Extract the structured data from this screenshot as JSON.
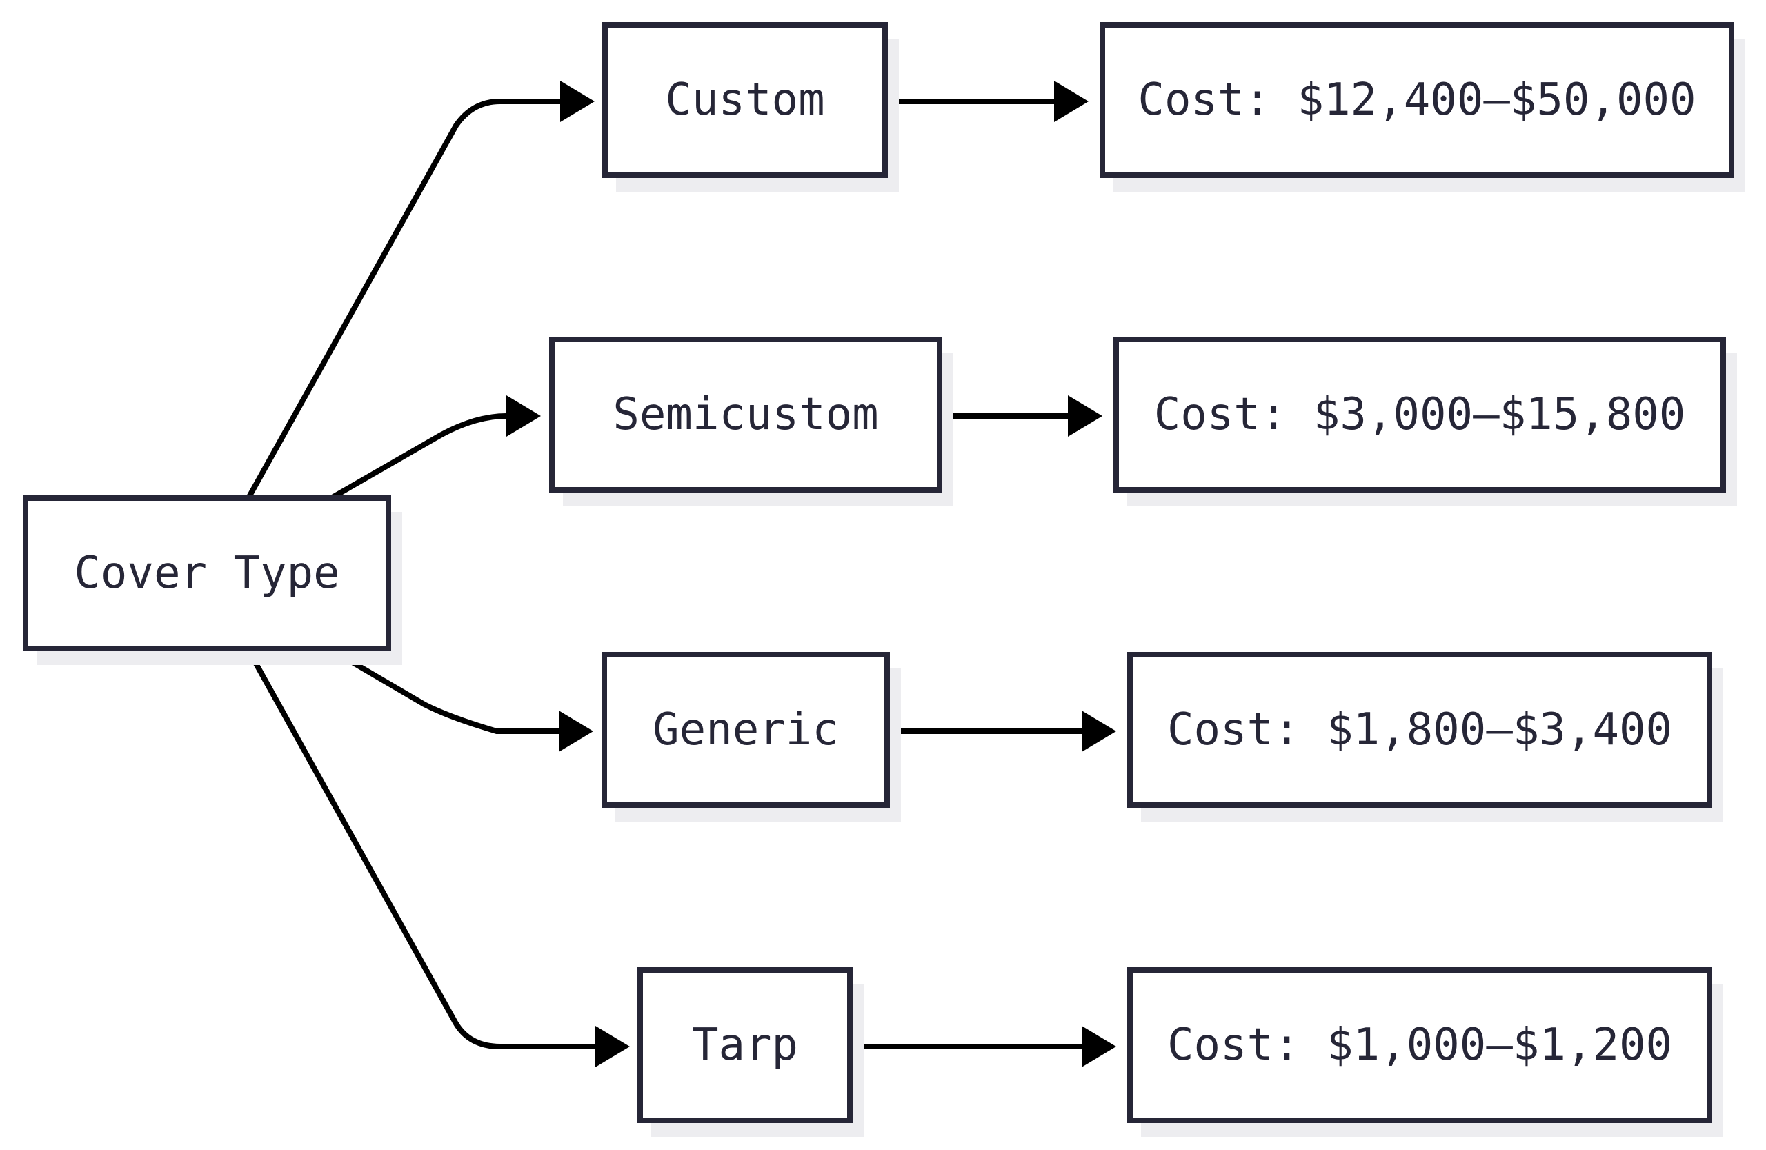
{
  "diagram": {
    "root": {
      "label": "Cover Type"
    },
    "branches": [
      {
        "type_label": "Custom",
        "cost_label": "Cost: $12,400–$50,000"
      },
      {
        "type_label": "Semicustom",
        "cost_label": "Cost: $3,000–$15,800"
      },
      {
        "type_label": "Generic",
        "cost_label": "Cost: $1,800–$3,400"
      },
      {
        "type_label": "Tarp",
        "cost_label": "Cost: $1,000–$1,200"
      }
    ],
    "colors": {
      "node_border": "#262637",
      "node_text": "#262637",
      "node_fill": "#ffffff",
      "node_shadow": "#ededf0",
      "edge": "#000000"
    }
  }
}
